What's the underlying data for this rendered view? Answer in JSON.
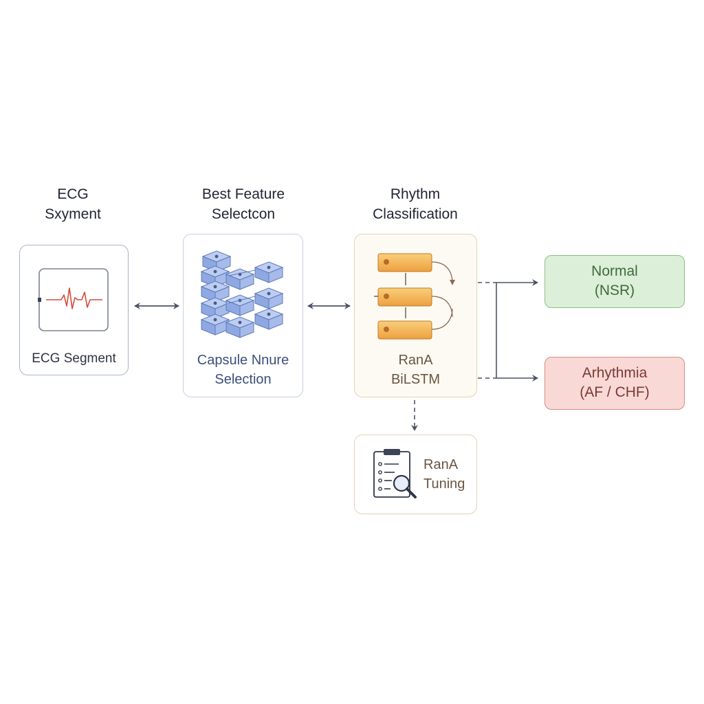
{
  "stages": {
    "ecg": {
      "heading": [
        "ECG",
        "Sxyment"
      ],
      "label": "ECG Segment"
    },
    "feature": {
      "heading": [
        "Best Feature",
        "Selectcon"
      ],
      "label": [
        "Capsule Nnure",
        "Selection"
      ]
    },
    "rhythm": {
      "heading": [
        "Rhythm",
        "Classification"
      ],
      "label": [
        "RanA",
        "BiLSTM"
      ]
    },
    "tuning": {
      "label": [
        "RanA",
        "Tuning"
      ]
    }
  },
  "outputs": {
    "normal": [
      "Normal",
      "(NSR)"
    ],
    "arrhythmia": [
      "Arhythmia",
      "(AF / CHF)"
    ]
  },
  "icons": {
    "ecg": "ecg-waveform-icon",
    "feature": "capsule-cubes-icon",
    "rhythm": "bilstm-blocks-icon",
    "tuning": "clipboard-search-icon"
  },
  "colors": {
    "ecg_box_border": "#a9b3cc",
    "feature_box_border": "#c6d0e6",
    "rhythm_box_bg": "#fdfaf3",
    "rhythm_box_border": "#e3d3b3",
    "normal_bg": "#dcefd8",
    "normal_border": "#8cbf86",
    "normal_text": "#3f6a3c",
    "arrhythmia_bg": "#f9d9d5",
    "arrhythmia_border": "#d98a82",
    "arrhythmia_text": "#7a3a33",
    "arrow": "#4a5266",
    "ecg_trace": "#d64a3a",
    "cube_fill": "#9fb6e6",
    "lstm_fill": "#f3b24e"
  }
}
